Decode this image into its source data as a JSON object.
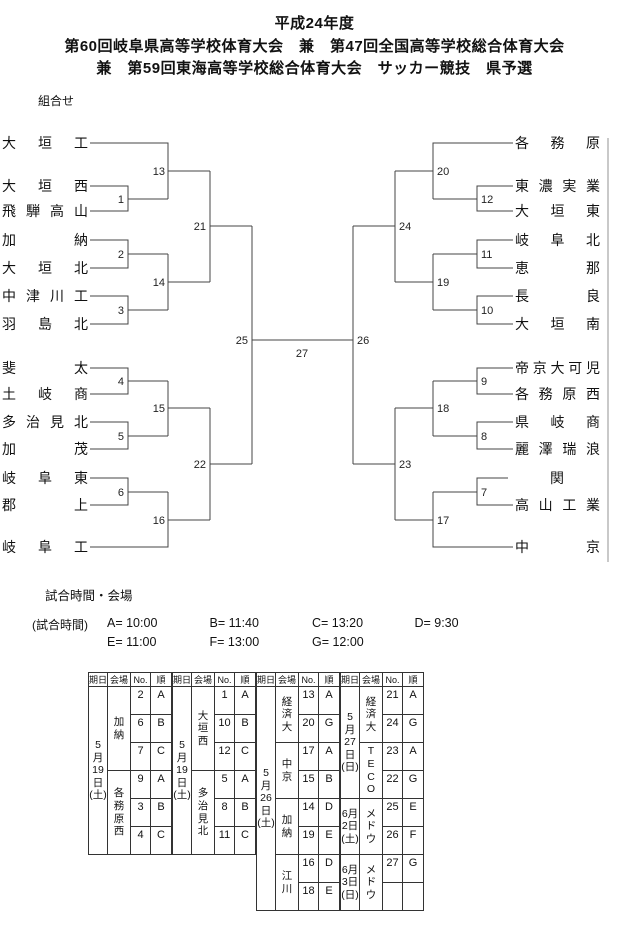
{
  "header": {
    "line1": "平成24年度",
    "line2": "第60回岐阜県高等学校体育大会　兼　第47回全国高等学校総合体育大会",
    "line3": "兼　第59回東海高等学校総合体育大会　サッカー競技　県予選"
  },
  "bracket": {
    "label": "組合せ",
    "left_teams": [
      "大垣工",
      "大垣西",
      "飛騨高山",
      "加納",
      "大垣北",
      "中津川工",
      "羽島北",
      "斐太",
      "土岐商",
      "多治見北",
      "加茂",
      "岐阜東",
      "郡上",
      "岐阜工"
    ],
    "right_teams": [
      "各務原",
      "東濃実業",
      "大垣東",
      "岐阜北",
      "恵那",
      "長良",
      "大垣南",
      "帝京大可児",
      "各務原西",
      "県岐商",
      "麗澤瑞浪",
      "関",
      "高山工業",
      "中京"
    ],
    "match_numbers": [
      "1",
      "2",
      "3",
      "4",
      "5",
      "6",
      "7",
      "8",
      "9",
      "10",
      "11",
      "12",
      "13",
      "14",
      "15",
      "16",
      "17",
      "18",
      "19",
      "20",
      "21",
      "22",
      "23",
      "24",
      "25",
      "26",
      "27"
    ]
  },
  "schedule": {
    "heading": "試合時間・会場",
    "times_label": "(試合時間)",
    "time_rows": [
      [
        "A= 10:00",
        "B= 11:40",
        "C= 13:20",
        "D= 9:30"
      ],
      [
        "E= 11:00",
        "F= 13:00",
        "G= 12:00"
      ]
    ],
    "table": {
      "headers": [
        "期日",
        "会場",
        "No.",
        "順"
      ],
      "groups": [
        {
          "segments": [
            {
              "date": "5\n月\n19\n日\n(土)",
              "venues": [
                {
                  "name": "加\n納",
                  "cells": [
                    [
                      "2",
                      "A"
                    ],
                    [
                      "6",
                      "B"
                    ],
                    [
                      "7",
                      "C"
                    ]
                  ]
                },
                {
                  "name": "各\n務\n原\n西",
                  "cells": [
                    [
                      "9",
                      "A"
                    ],
                    [
                      "3",
                      "B"
                    ],
                    [
                      "4",
                      "C"
                    ]
                  ]
                }
              ]
            }
          ]
        },
        {
          "segments": [
            {
              "date": "5\n月\n19\n日\n(土)",
              "venues": [
                {
                  "name": "大\n垣\n西",
                  "cells": [
                    [
                      "1",
                      "A"
                    ],
                    [
                      "10",
                      "B"
                    ],
                    [
                      "12",
                      "C"
                    ]
                  ]
                },
                {
                  "name": "多\n治\n見\n北",
                  "cells": [
                    [
                      "5",
                      "A"
                    ],
                    [
                      "8",
                      "B"
                    ],
                    [
                      "11",
                      "C"
                    ]
                  ]
                }
              ]
            }
          ]
        },
        {
          "segments": [
            {
              "date": "5\n月\n26\n日\n(土)",
              "venues": [
                {
                  "name": "経\n済\n大",
                  "cells": [
                    [
                      "13",
                      "A"
                    ],
                    [
                      "20",
                      "G"
                    ]
                  ]
                },
                {
                  "name": "中\n京",
                  "cells": [
                    [
                      "17",
                      "A"
                    ],
                    [
                      "15",
                      "B"
                    ]
                  ]
                },
                {
                  "name": "加\n納",
                  "cells": [
                    [
                      "14",
                      "D"
                    ],
                    [
                      "19",
                      "E"
                    ]
                  ]
                },
                {
                  "name": "江\n川",
                  "cells": [
                    [
                      "16",
                      "D"
                    ],
                    [
                      "18",
                      "E"
                    ]
                  ]
                }
              ]
            }
          ]
        },
        {
          "segments": [
            {
              "date": "5\n月\n27\n日\n(日)",
              "venues": [
                {
                  "name": "経\n済\n大",
                  "cells": [
                    [
                      "21",
                      "A"
                    ],
                    [
                      "24",
                      "G"
                    ]
                  ]
                },
                {
                  "name": "T\nE\nC\nO",
                  "cells": [
                    [
                      "23",
                      "A"
                    ],
                    [
                      "22",
                      "G"
                    ]
                  ]
                }
              ]
            },
            {
              "date": "6月\n2日\n(土)",
              "venues": [
                {
                  "name": "メ\nド\nウ",
                  "cells": [
                    [
                      "25",
                      "E"
                    ],
                    [
                      "26",
                      "F"
                    ]
                  ]
                }
              ]
            },
            {
              "date": "6月\n3日\n(日)",
              "venues": [
                {
                  "name": "メ\nド\nウ",
                  "cells": [
                    [
                      "27",
                      "G"
                    ],
                    [
                      "",
                      ""
                    ]
                  ]
                }
              ]
            }
          ]
        }
      ]
    }
  }
}
